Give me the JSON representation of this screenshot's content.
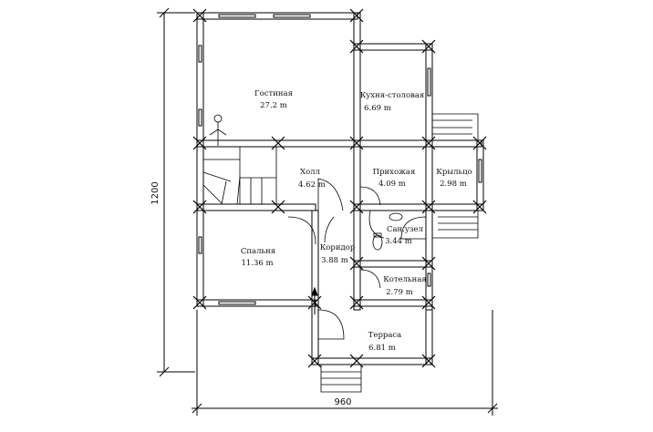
{
  "rooms": [
    {
      "name": "Гостиная",
      "area": "27.2 m"
    },
    {
      "name": "Кухня-столовая",
      "area": "6.69 m"
    },
    {
      "name": "Холл",
      "area": "4.62 m"
    },
    {
      "name": "Прихожая",
      "area": "4.09 m"
    },
    {
      "name": "Крыльцо",
      "area": "2.98 m"
    },
    {
      "name": "Сан.узел",
      "area": "3.44 m"
    },
    {
      "name": "Спальня",
      "area": "11.36 m"
    },
    {
      "name": "Коридор",
      "area": "3.88 m"
    },
    {
      "name": "Котельная",
      "area": "2.79 m"
    },
    {
      "name": "Терраса",
      "area": "6.81 m"
    }
  ],
  "dimensions": {
    "width": "960",
    "height": "1200"
  }
}
